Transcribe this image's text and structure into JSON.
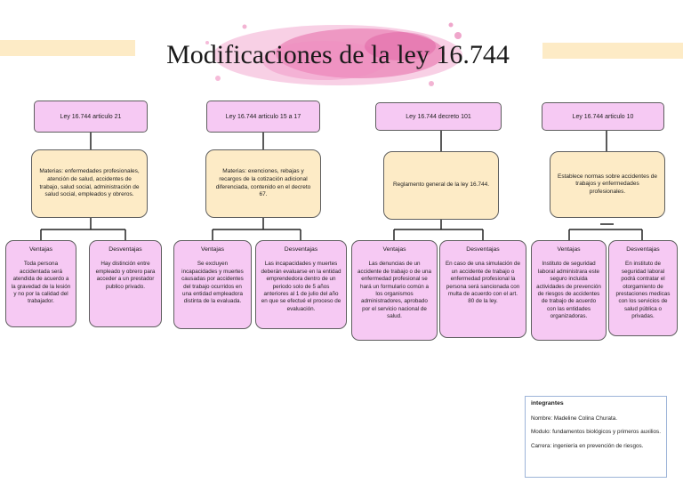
{
  "title": "Modificaciones de la ley 16.744",
  "colors": {
    "head": "#f6c9f3",
    "mid": "#fdebc6",
    "card": "#f6c9f3",
    "banner": "#fdebc6",
    "splash": "#e066a8"
  },
  "columns": [
    {
      "head": "Ley 16.744 articulo 21",
      "mid": "Materias: enfermedades profesionales, atención de salud, accidentes de trabajo, salud social, administración de salud social, empleados y obreros.",
      "ventajas_label": "Ventajas",
      "ventajas": "Toda persona accidentada será atendida de acuerdo a la gravedad de la lesión y no por la calidad del trabajador.",
      "desventajas_label": "Desventajas",
      "desventajas": "Hay distinción entre empleado y obrero para acceder a un prestador publico privado."
    },
    {
      "head": "Ley 16.744 articulo 15 a 17",
      "mid": "Materias: exenciones, rebajas y recargos de la cotización adicional diferenciada, contenido en el decreto 67.",
      "ventajas_label": "Ventajas",
      "ventajas": "Se excluyen incapacidades y muertes causadas por accidentes del trabajo ocurridos en una entidad empleadora distinta de la evaluada.",
      "desventajas_label": "Desventajas",
      "desventajas": "Las incapacidades y muertes deberán evaluarse en la entidad emprendedora dentro de un periodo solo de 5 años anteriores al 1 de julio del año en que se efectué el proceso de evaluación."
    },
    {
      "head": "Ley 16.744 decreto 101",
      "mid": "Reglamento general de la ley 16.744.",
      "ventajas_label": "Ventajas",
      "ventajas": "Las denuncias de un accidente de trabajo o de una enfermedad profesional se hará un formulario común a los organismos administradores, aprobado por el servicio nacional de salud.",
      "desventajas_label": "Desventajas",
      "desventajas": "En caso de una simulación de un accidente de trabajo o enfermedad profesional la persona será sancionada con multa de acuerdo con el art. 80 de la ley."
    },
    {
      "head": "Ley 16.744 articulo 10",
      "mid": "Establece normas sobre accidentes de trabajos y enfermedades profesionales.",
      "ventajas_label": "Ventajas",
      "ventajas": "Instituto de seguridad laboral administrara este seguro incluida actividades de prevención de riesgos de accidentes de trabajo de acuerdo con las entidades organizadoras.",
      "desventajas_label": "Desventajas",
      "desventajas": "En instituto de seguridad laboral podrá contratar el otorgamiento de prestaciones medicas con los servicios de salud pública o privadas."
    }
  ],
  "info": {
    "title": "integrantes",
    "nombre": "Nombre: Madeline Colina Churata.",
    "modulo": "Modulo: fundamentos biológicos y primeros auxilios.",
    "carrera": "Carrera: ingeniería en prevención de riesgos."
  }
}
